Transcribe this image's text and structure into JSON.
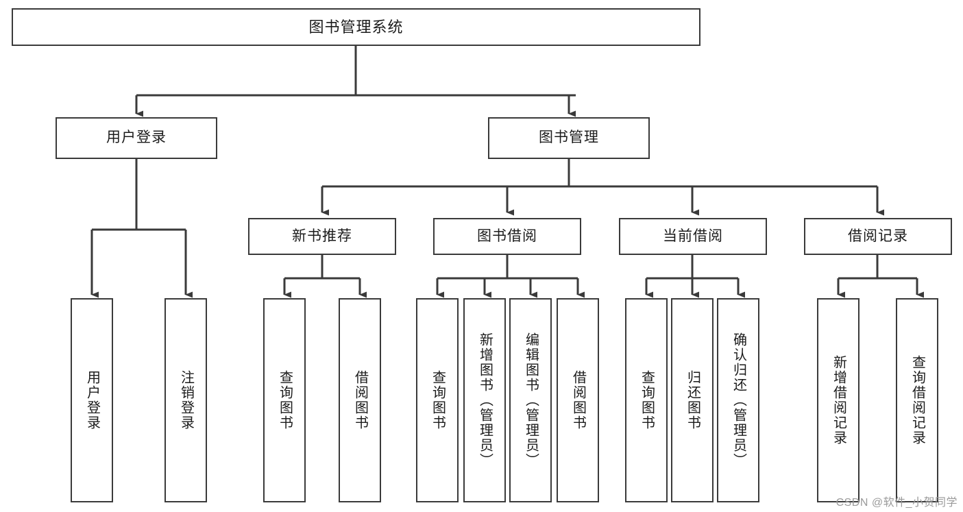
{
  "diagram": {
    "title": "图书管理系统",
    "type": "tree",
    "background_color": "#ffffff",
    "box_border_color": "#3a3a3a",
    "text_color": "#1b1b1b",
    "connector_color": "#3a3a3a"
  },
  "nodes": {
    "root": {
      "label": "图书管理系统"
    },
    "level2": [
      {
        "label": "用户登录"
      },
      {
        "label": "图书管理"
      }
    ],
    "level3": [
      {
        "label": "新书推荐"
      },
      {
        "label": "图书借阅"
      },
      {
        "label": "当前借阅"
      },
      {
        "label": "借阅记录"
      }
    ],
    "leaves": {
      "user_login": [
        {
          "label": "用户登录"
        },
        {
          "label": "注销登录"
        }
      ],
      "new_book_recommend": [
        {
          "label": "查询图书"
        },
        {
          "label": "借阅图书"
        }
      ],
      "book_borrow": [
        {
          "label": "查询图书"
        },
        {
          "label": "新增图书（管理员）"
        },
        {
          "label": "编辑图书（管理员）"
        },
        {
          "label": "借阅图书"
        }
      ],
      "current_borrow": [
        {
          "label": "查询图书"
        },
        {
          "label": "归还图书"
        },
        {
          "label": "确认归还（管理员）"
        }
      ],
      "borrow_record": [
        {
          "label": "新增借阅记录"
        },
        {
          "label": "查询借阅记录"
        }
      ]
    }
  },
  "watermark": {
    "text": "CSDN @软件_小贺同学"
  }
}
